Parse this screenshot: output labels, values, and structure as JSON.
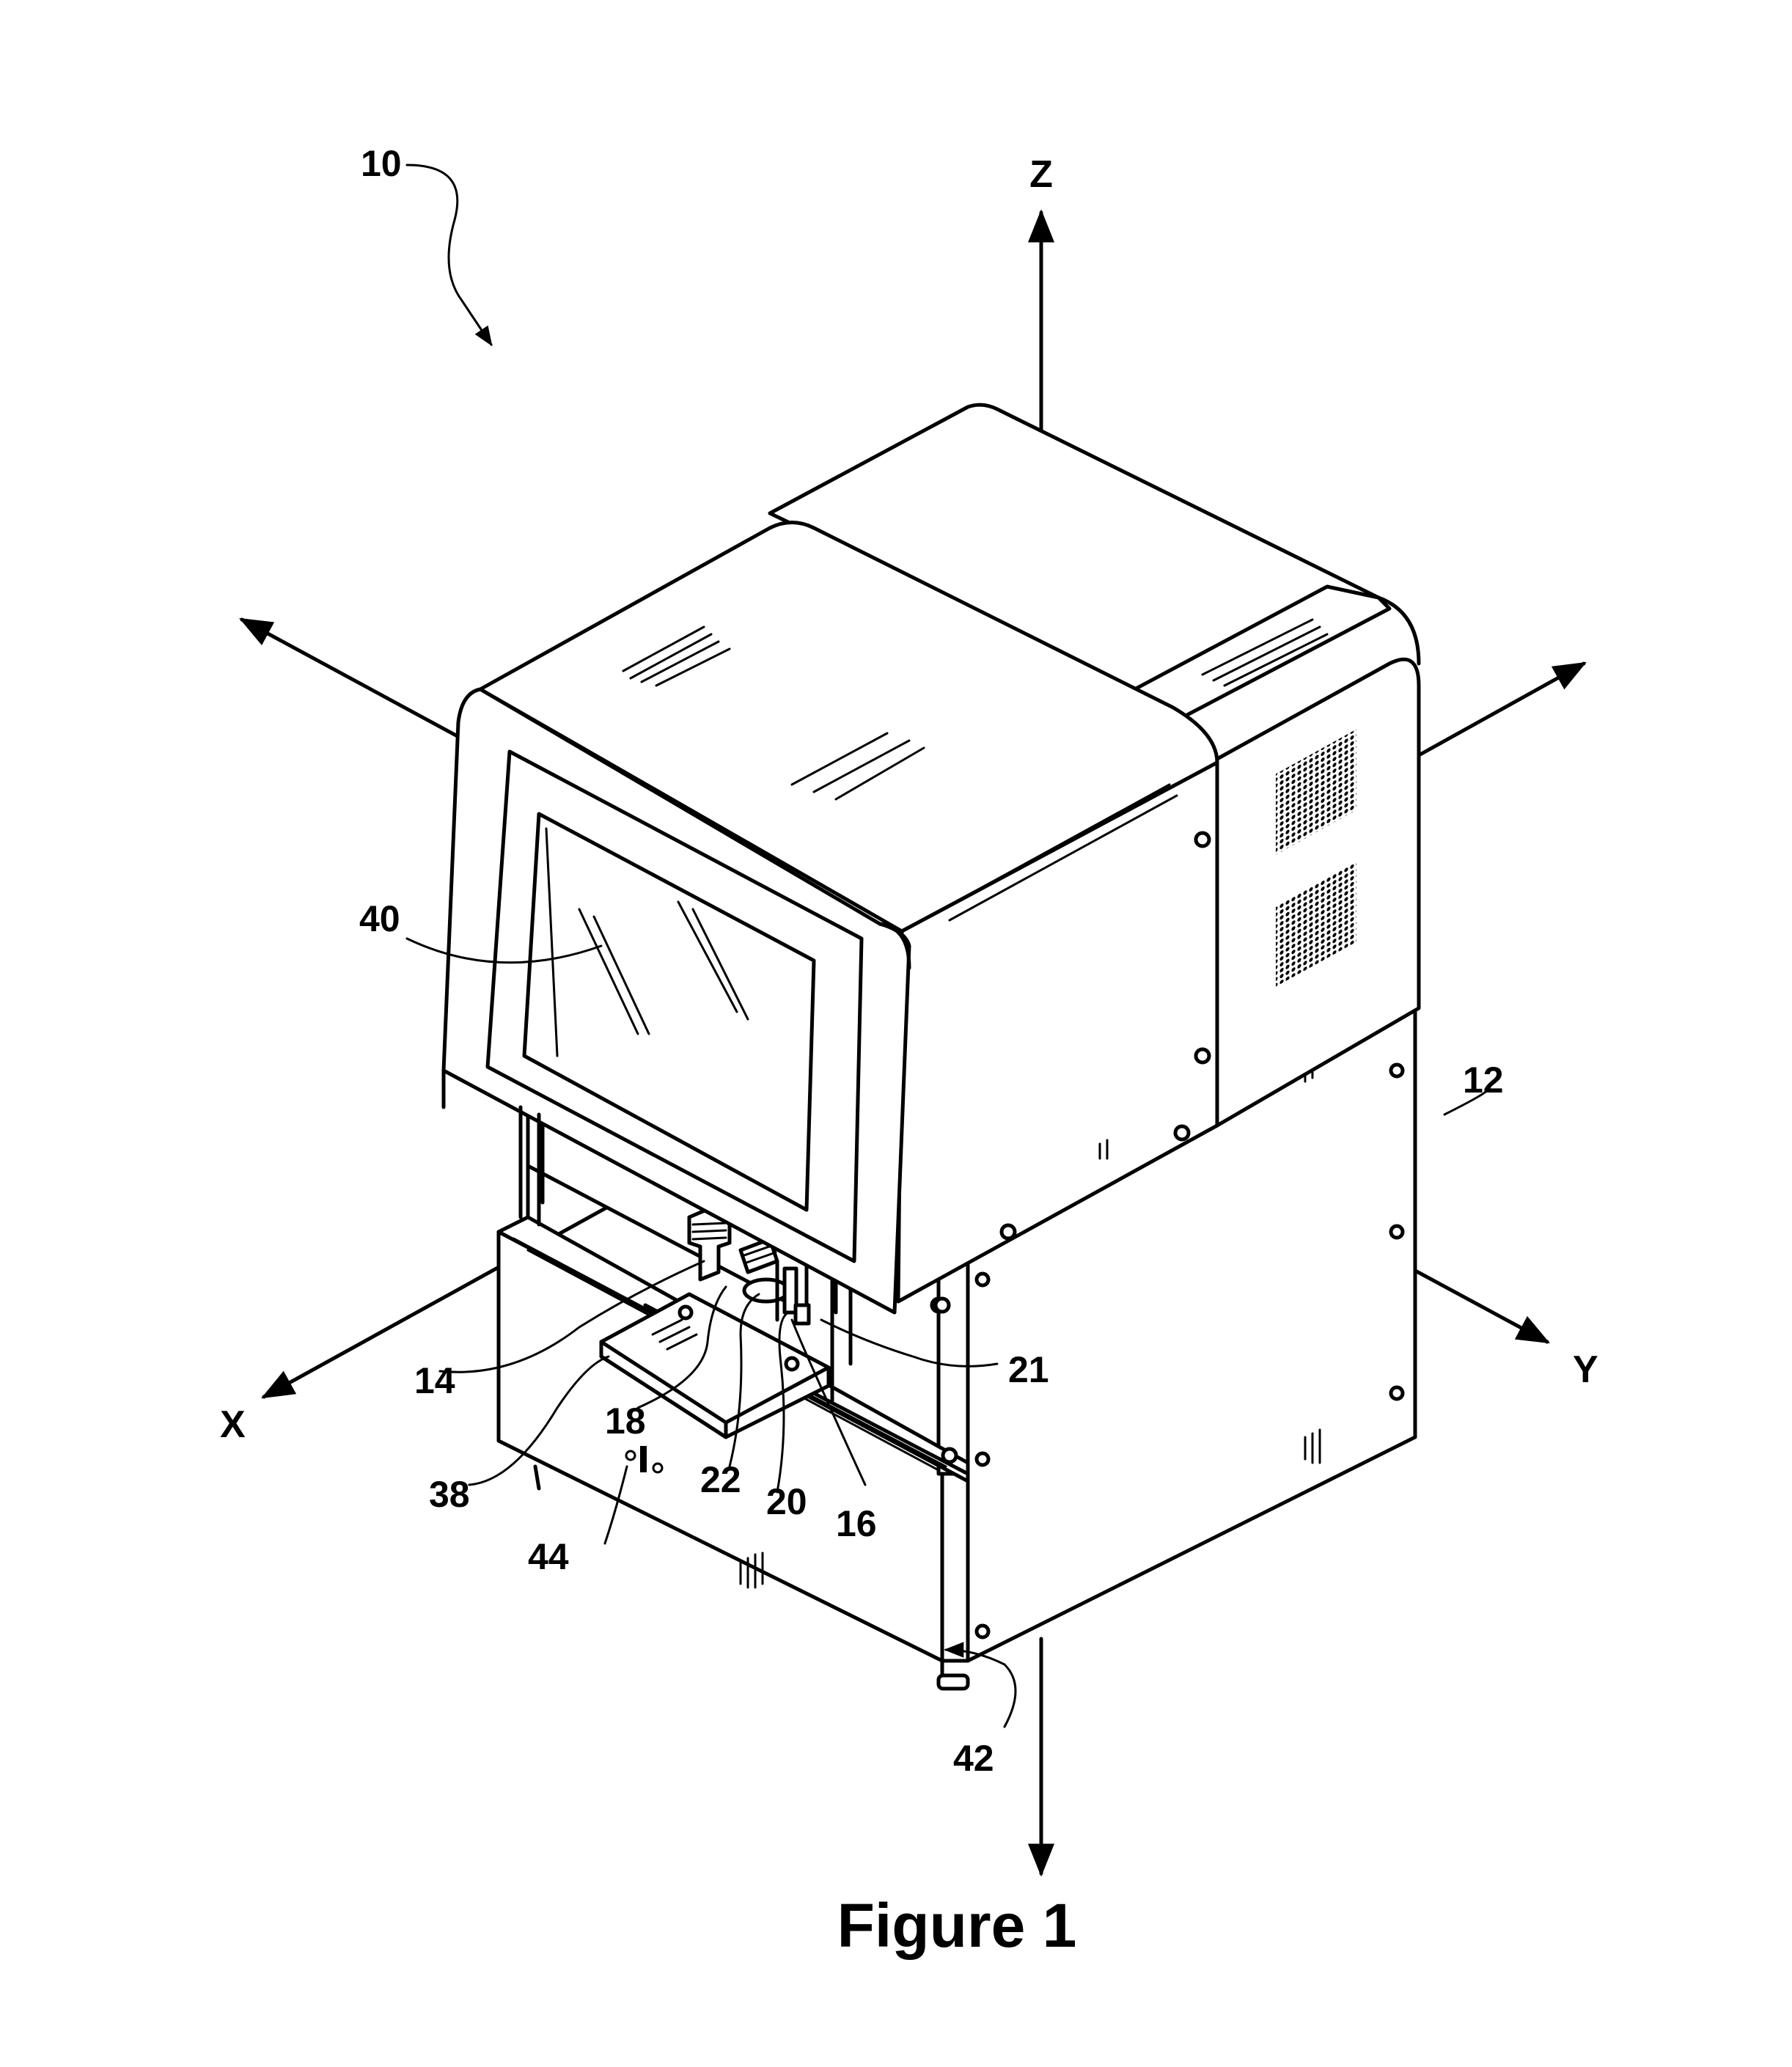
{
  "figure": {
    "caption": "Figure 1"
  },
  "axes": {
    "x": "X",
    "y": "Y",
    "z": "Z"
  },
  "reference_numerals": {
    "device": "10",
    "housing": "12",
    "item_14": "14",
    "item_16": "16",
    "item_18": "18",
    "item_20": "20",
    "item_21": "21",
    "item_22": "22",
    "platform": "38",
    "display": "40",
    "item_42": "42",
    "item_44": "44"
  }
}
